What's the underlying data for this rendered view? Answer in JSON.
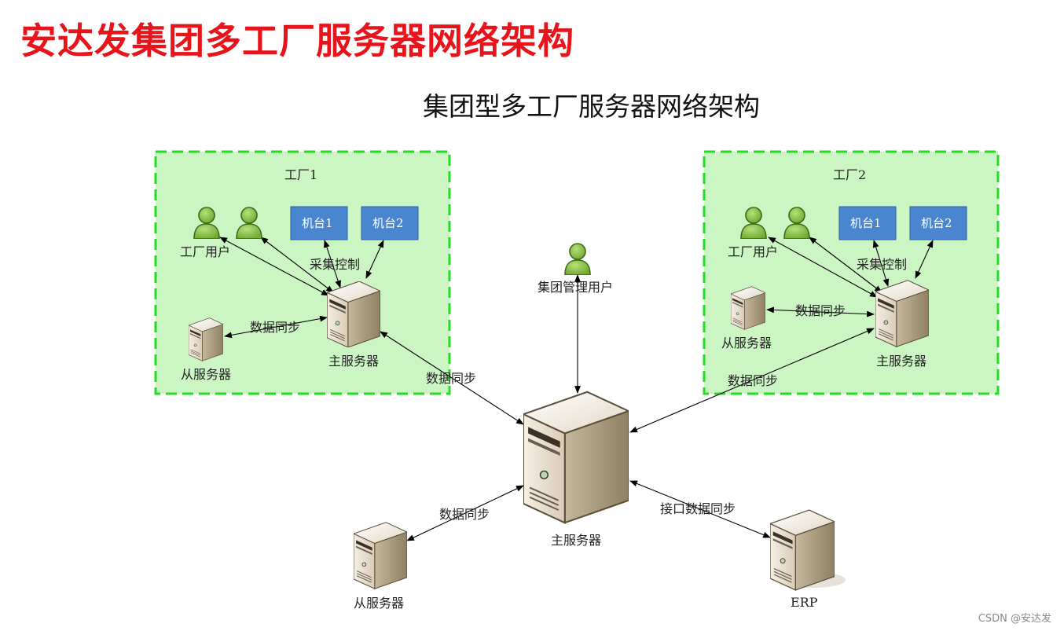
{
  "page": {
    "title": "安达发集团多工厂服务器网络架构",
    "watermark": "CSDN @安达发"
  },
  "diagram": {
    "title": "集团型多工厂服务器网络架构",
    "factory1": {
      "name": "工厂1",
      "users_label": "工厂用户",
      "machine1": "机台1",
      "machine2": "机台2",
      "collect_label": "采集控制",
      "sync_label": "数据同步",
      "slave_label": "从服务器",
      "master_label": "主服务器"
    },
    "factory2": {
      "name": "工厂2",
      "users_label": "工厂用户",
      "machine1": "机台1",
      "machine2": "机台2",
      "collect_label": "采集控制",
      "sync_label": "数据同步",
      "slave_label": "从服务器",
      "master_label": "主服务器"
    },
    "central": {
      "admin_label": "集团管理用户",
      "master_label": "主服务器",
      "slave_label": "从服务器",
      "erp_label": "ERP",
      "sync_f1_label": "数据同步",
      "sync_f2_label": "数据同步",
      "sync_slave_label": "数据同步",
      "erp_sync_label": "接口数据同步"
    },
    "colors": {
      "factory_fill": "#ccf5c4",
      "factory_border": "#22dd22",
      "machine_fill": "#4a86d0",
      "user_fill": "#8bc34a"
    }
  }
}
